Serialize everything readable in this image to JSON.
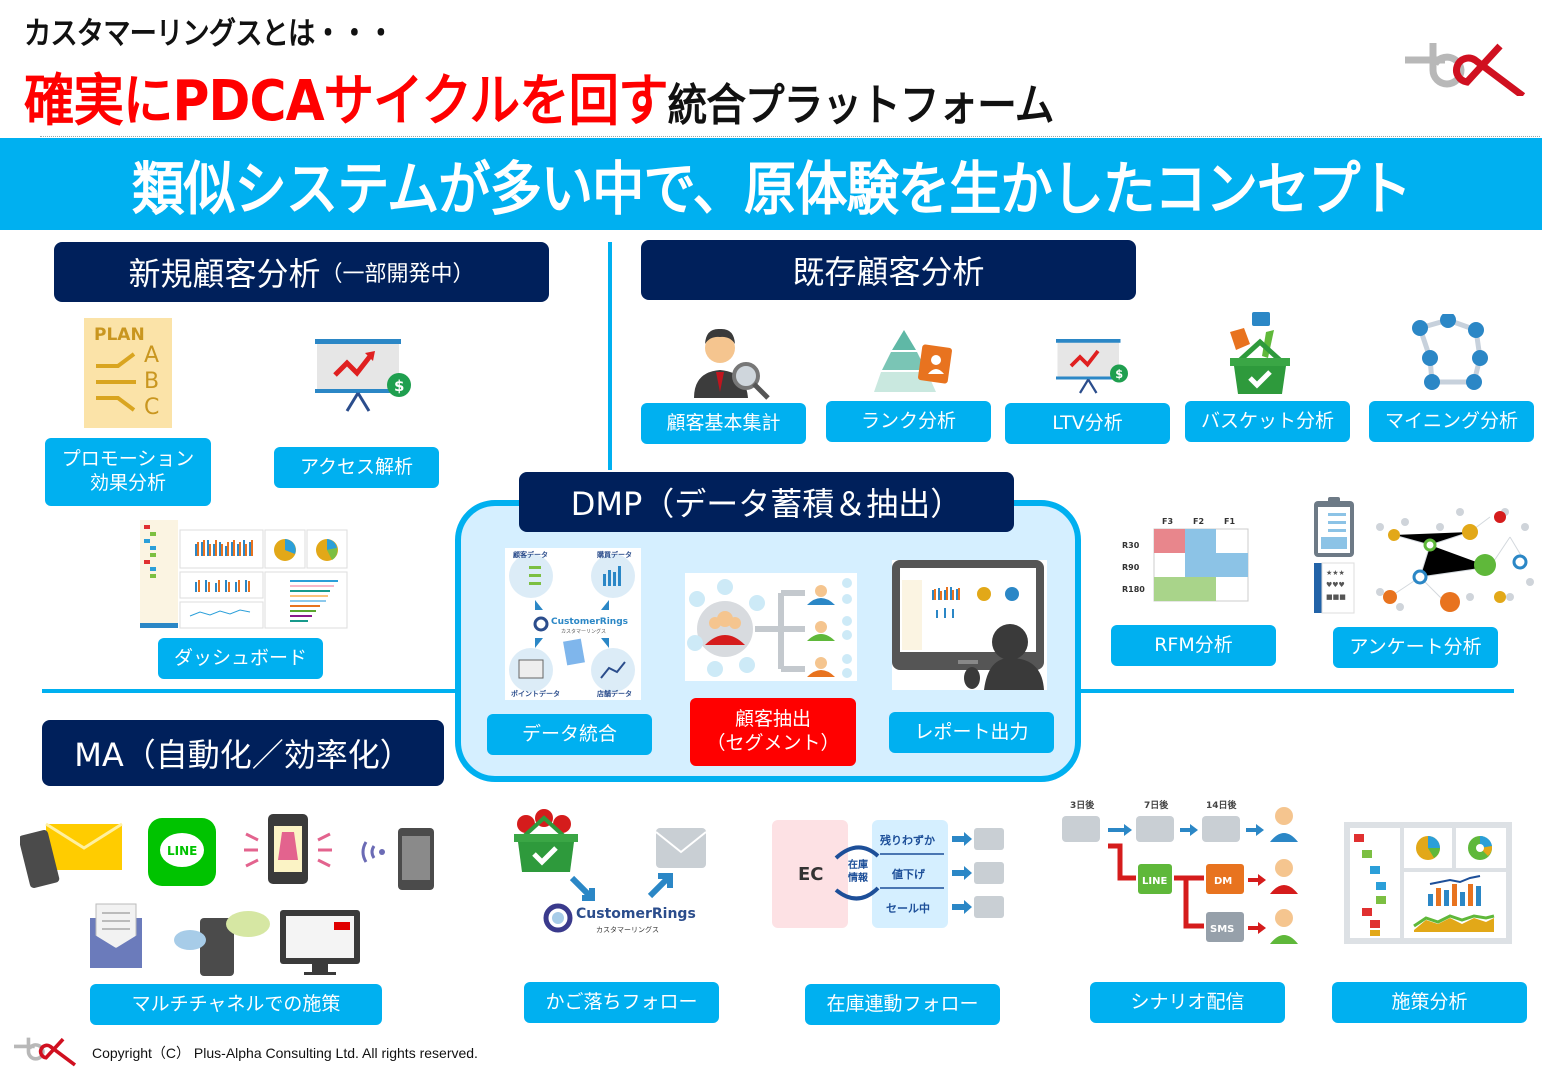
{
  "header": {
    "subtitle": "カスタマーリングスとは・・・",
    "title_red": "確実にPDCAサイクルを回す",
    "title_black": "統合プラットフォーム",
    "concept": "類似システムが多い中で、原体験を生かしたコンセプト",
    "logo": "plus-alpha-logo"
  },
  "colors": {
    "accent_cyan": "#00b0f0",
    "navy": "#00205b",
    "red": "#ff0000",
    "dmp_fill": "#d5efff"
  },
  "sections": {
    "new_customer": {
      "title": "新規顧客分析",
      "note": "（一部開発中）",
      "items": [
        {
          "label": "プロモーション\n効果分析",
          "icon": "plan-abc-icon",
          "illus": {
            "plan": "PLAN",
            "a": "A",
            "b": "B",
            "c": "C"
          }
        },
        {
          "label": "アクセス解析",
          "icon": "presentation-chart-icon"
        },
        {
          "label": "ダッシュボード",
          "icon": "dashboard-screenshot"
        }
      ]
    },
    "existing_customer": {
      "title": "既存顧客分析",
      "items": [
        {
          "label": "顧客基本集計",
          "icon": "person-magnifier-icon"
        },
        {
          "label": "ランク分析",
          "icon": "pyramid-icon"
        },
        {
          "label": "LTV分析",
          "icon": "presentation-chart-icon"
        },
        {
          "label": "バスケット分析",
          "icon": "basket-icon"
        },
        {
          "label": "マイニング分析",
          "icon": "network-nodes-icon"
        },
        {
          "label": "RFM分析",
          "icon": "rfm-matrix-icon",
          "illus": {
            "cols": [
              "F3",
              "F2",
              "F1"
            ],
            "rows": [
              "R30",
              "R90",
              "R180"
            ]
          }
        },
        {
          "label": "アンケート分析",
          "icon": "survey-network-icon"
        }
      ]
    },
    "dmp": {
      "title": "DMP（データ蓄積＆抽出）",
      "items": [
        {
          "label": "データ統合",
          "icon": "data-integration-icon",
          "illus": {
            "customer_data": "顧客データ",
            "purchase_data": "購買データ",
            "point_data": "ポイントデータ",
            "store_data": "店舗データ",
            "brand": "CustomerRings",
            "brand_kana": "カスタマーリングス"
          }
        },
        {
          "label": "顧客抽出\n（セグメント）",
          "icon": "segmentation-icon",
          "highlight": true
        },
        {
          "label": "レポート出力",
          "icon": "monitor-report-icon"
        }
      ]
    },
    "ma": {
      "title": "MA（自動化／効率化）",
      "items": [
        {
          "label": "マルチチャネルでの施策",
          "icon": "multichannel-icons",
          "illus": {
            "line": "LINE"
          }
        },
        {
          "label": "かご落ちフォロー",
          "icon": "cart-abandon-icon",
          "illus": {
            "brand": "CustomerRings",
            "brand_kana": "カスタマーリングス"
          }
        },
        {
          "label": "在庫連動フォロー",
          "icon": "inventory-flow-icon",
          "illus": {
            "ec": "EC",
            "info": "在庫\n情報",
            "states": [
              "残りわずか",
              "値下げ",
              "セール中"
            ]
          }
        },
        {
          "label": "シナリオ配信",
          "icon": "scenario-flow-icon",
          "illus": {
            "days": [
              "3日後",
              "7日後",
              "14日後"
            ],
            "channels": [
              "LINE",
              "DM",
              "SMS"
            ]
          }
        },
        {
          "label": "施策分析",
          "icon": "analysis-dashboard-icon"
        }
      ]
    }
  },
  "footer": {
    "copyright": "Copyright（C）  Plus-Alpha   Consulting Ltd. All rights reserved."
  }
}
